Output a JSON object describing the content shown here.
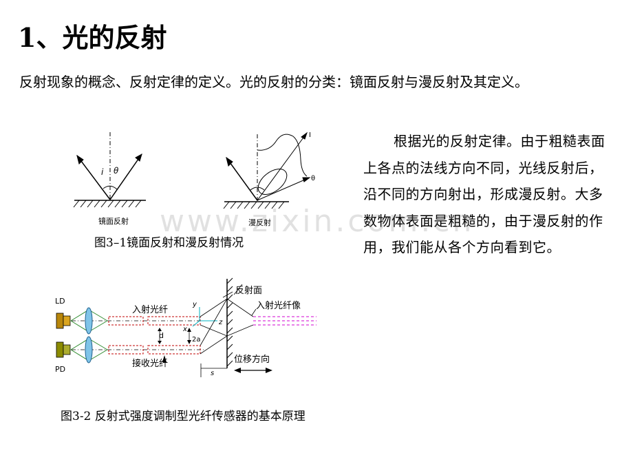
{
  "slide": {
    "title": "1、光的反射",
    "intro": "反射现象的概念、反射定律的定义。光的反射的分类：镜面反射与漫反射及其定义。",
    "paragraph": "根据光的反射定律。由于粗糙表面上各点的法线方向不同，光线反射后，沿不同的方向射出，形成漫反射。大多数物体表面是粗糙的，由于漫反射的作用，我们能从各个方向看到它。",
    "watermark": "www.zixin.com.cn"
  },
  "figure1": {
    "caption": "图3–1镜面反射和漫反射情况",
    "left_label": "镜面反射",
    "right_label": "漫反射",
    "angle_i": "i",
    "angle_theta": "θ",
    "intensity_label": "I",
    "theta_label": "θ"
  },
  "figure2": {
    "caption": "图3-2 反射式强度调制型光纤传感器的基本原理",
    "ld": "LD",
    "pd": "PD",
    "incident_fiber": "入射光纤",
    "receive_fiber": "接收光纤",
    "reflect_surface": "反射面",
    "fiber_image": "入射光纤像",
    "displacement": "位移方向",
    "y": "y",
    "x": "x",
    "z": "z",
    "d": "d",
    "two_a": "2a",
    "s": "s"
  }
}
